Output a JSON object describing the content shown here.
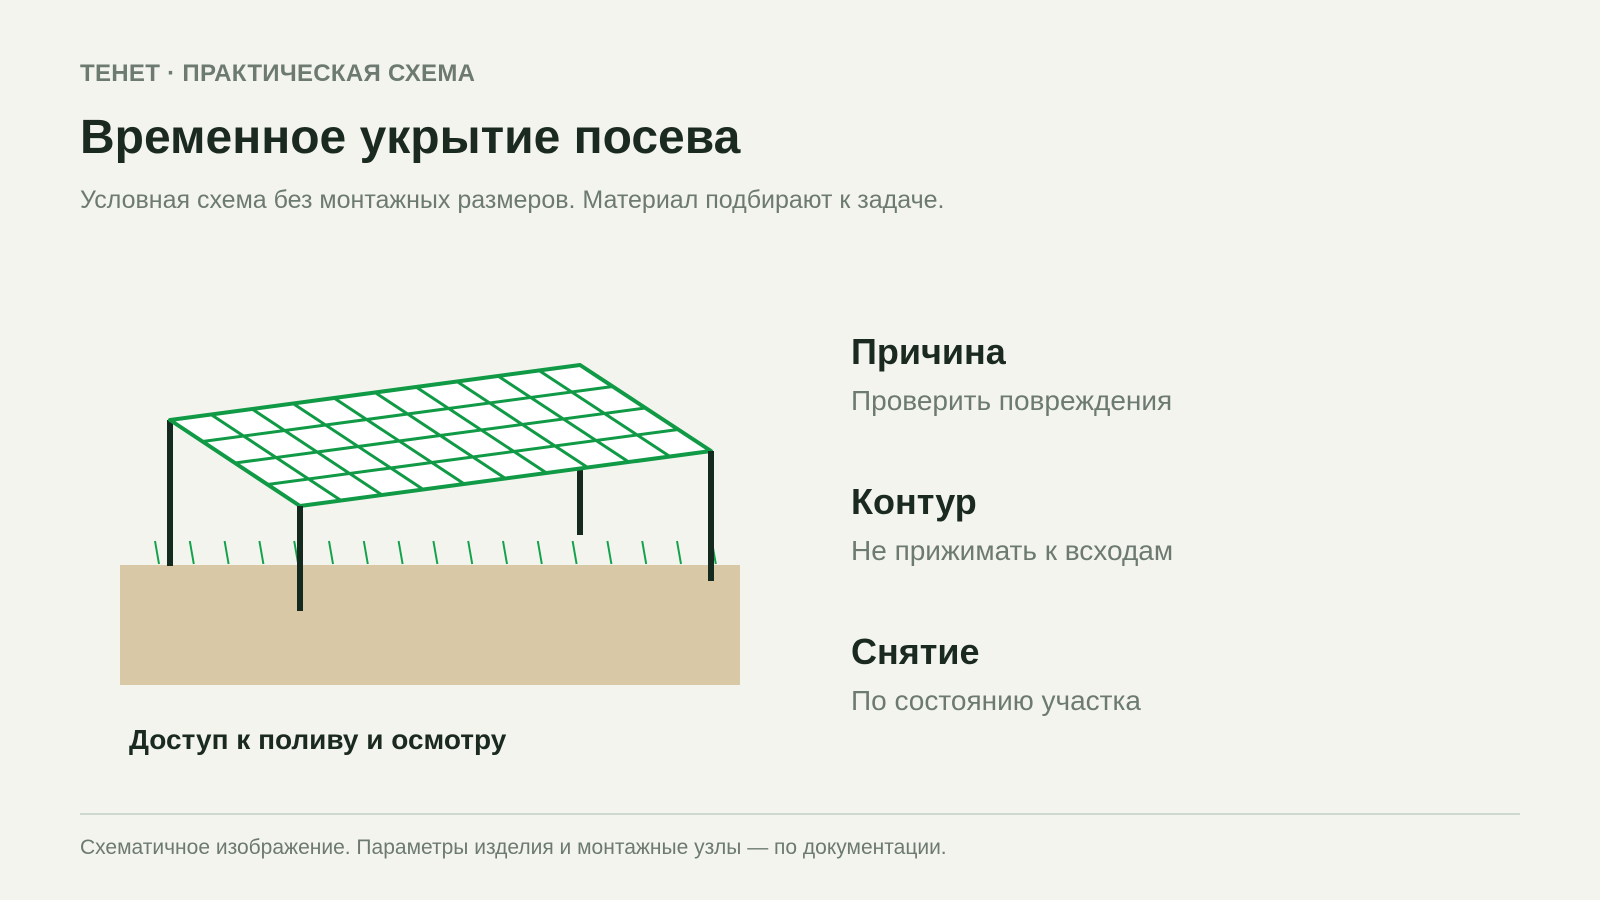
{
  "header": {
    "eyebrow": "ТЕНЕТ · ПРАКТИЧЕСКАЯ СХЕМА",
    "title": "Временное укрытие посева",
    "subtitle": "Условная схема без монтажных размеров. Материал подбирают к задаче."
  },
  "diagram": {
    "caption": "Доступ к поливу и осмотру",
    "colors": {
      "soil": "#d8c8a6",
      "net": "#109a46",
      "net_fill": "#ffffff",
      "post": "#152a1e",
      "sprouts": "#13a24c"
    },
    "net_cells": {
      "cols": 10,
      "rows": 4
    }
  },
  "info": [
    {
      "heading": "Причина",
      "text": "Проверить повреждения"
    },
    {
      "heading": "Контур",
      "text": "Не прижимать к всходам"
    },
    {
      "heading": "Снятие",
      "text": "По состоянию участка"
    }
  ],
  "footer": {
    "note": "Схематичное изображение. Параметры изделия и монтажные узлы — по документации."
  }
}
